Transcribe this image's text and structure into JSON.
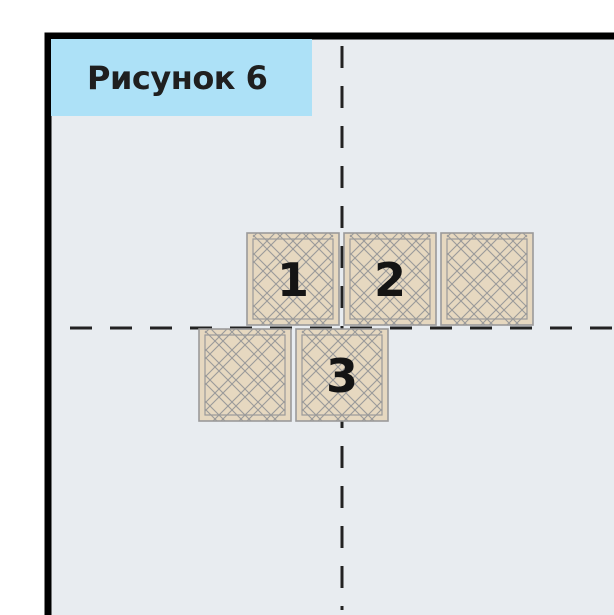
{
  "caption": {
    "text": "Рисунок 6",
    "background_color": "#ade1f7"
  },
  "colors": {
    "room_floor": "#e8ecf0",
    "wall": "#000000",
    "guide_line": "#222222",
    "tile_fill": "#e6d8c0",
    "tile_stroke": "#9a9a9a",
    "tile_number": "#141414"
  },
  "guides": [
    {
      "id": "vertical-axis",
      "style": "dashed"
    },
    {
      "id": "horizontal-axis",
      "style": "dashed"
    }
  ],
  "tiles": [
    {
      "id": "tile-1",
      "number": "1",
      "pattern": "woven-parquet"
    },
    {
      "id": "tile-2",
      "number": "2",
      "pattern": "woven-parquet"
    },
    {
      "id": "tile-top-right",
      "number": "",
      "pattern": "woven-parquet"
    },
    {
      "id": "tile-bottom-left",
      "number": "",
      "pattern": "woven-parquet"
    },
    {
      "id": "tile-3",
      "number": "3",
      "pattern": "woven-parquet"
    }
  ]
}
